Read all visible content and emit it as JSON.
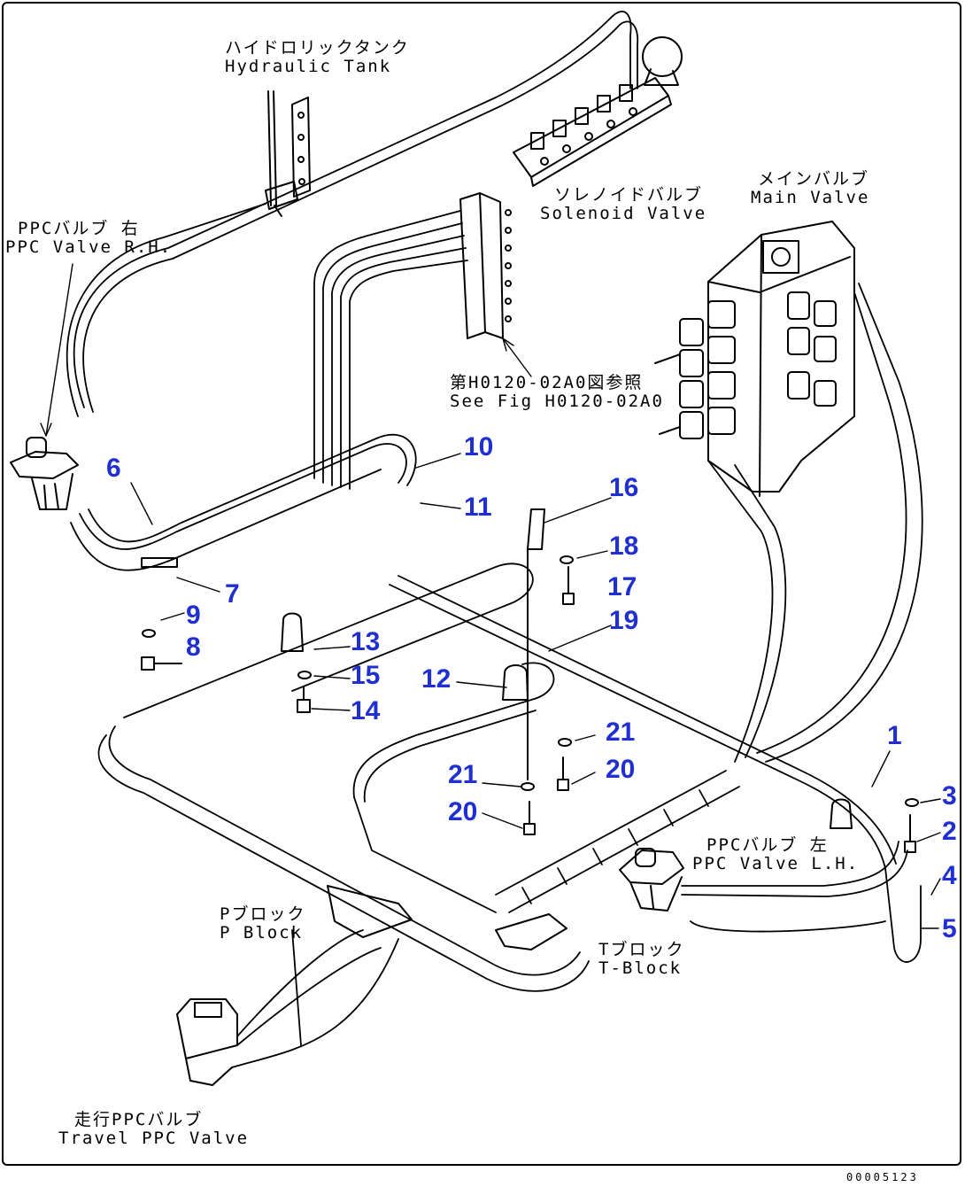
{
  "labels": {
    "hydraulic_tank": {
      "jp": "ハイドロリックタンク",
      "en": "Hydraulic Tank"
    },
    "solenoid_valve": {
      "jp": "ソレノイドバルブ",
      "en": "Solenoid Valve"
    },
    "main_valve": {
      "jp": "メインバルブ",
      "en": "Main Valve"
    },
    "ppc_valve_rh": {
      "jp": "PPCバルブ 右",
      "en": "PPC Valve R.H."
    },
    "reference": {
      "jp": "第H0120-02A0図参照",
      "en": "See Fig H0120-02A0"
    },
    "ppc_valve_lh": {
      "jp": "PPCバルブ 左",
      "en": "PPC Valve L.H."
    },
    "p_block": {
      "jp": "Pブロック",
      "en": "P Block"
    },
    "t_block": {
      "jp": "Tブロック",
      "en": "T-Block"
    },
    "travel_ppc_valve": {
      "jp": "走行PPCバルブ",
      "en": "Travel PPC Valve"
    }
  },
  "callouts": [
    "1",
    "2",
    "3",
    "4",
    "5",
    "6",
    "7",
    "8",
    "9",
    "10",
    "11",
    "12",
    "13",
    "14",
    "15",
    "16",
    "17",
    "18",
    "19",
    "20",
    "21",
    "20",
    "21"
  ],
  "drawing_number": "00005123",
  "colors": {
    "line": "#000000",
    "callout": "#1f2fd0"
  }
}
